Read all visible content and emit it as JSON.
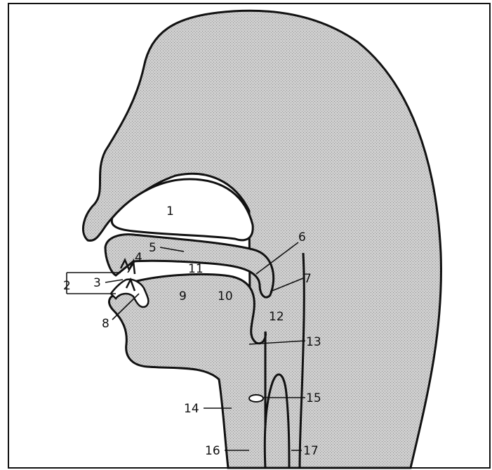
{
  "labels": {
    "l1": "1",
    "l2": "2",
    "l3": "3",
    "l4": "4",
    "l5": "5",
    "l6": "6",
    "l7": "7",
    "l8": "8",
    "l9": "9",
    "l10": "10",
    "l11": "11",
    "l12": "12",
    "l13": "13",
    "l14": "14",
    "l15": "15",
    "l16": "16",
    "l17": "17"
  },
  "colors": {
    "tissue": "#c9c9c9",
    "outline": "#111111",
    "background": "#ffffff"
  }
}
